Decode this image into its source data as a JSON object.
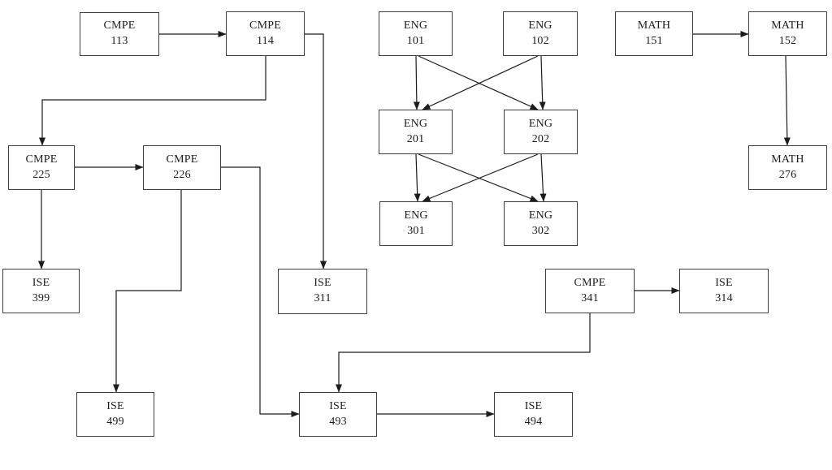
{
  "diagram": {
    "background_color": "#ffffff",
    "box_fill": "#ffffff",
    "box_border_color": "#3f3f3f",
    "line_color": "#1c1c1c",
    "text_color": "#1c1c1c",
    "nodes": [
      {
        "id": "cmpe113",
        "code": "CMPE",
        "number": "113"
      },
      {
        "id": "cmpe114",
        "code": "CMPE",
        "number": "114"
      },
      {
        "id": "eng101",
        "code": "ENG",
        "number": "101"
      },
      {
        "id": "eng102",
        "code": "ENG",
        "number": "102"
      },
      {
        "id": "math151",
        "code": "MATH",
        "number": "151"
      },
      {
        "id": "math152",
        "code": "MATH",
        "number": "152"
      },
      {
        "id": "eng201",
        "code": "ENG",
        "number": "201"
      },
      {
        "id": "eng202",
        "code": "ENG",
        "number": "202"
      },
      {
        "id": "cmpe225",
        "code": "CMPE",
        "number": "225"
      },
      {
        "id": "cmpe226",
        "code": "CMPE",
        "number": "226"
      },
      {
        "id": "math276",
        "code": "MATH",
        "number": "276"
      },
      {
        "id": "eng301",
        "code": "ENG",
        "number": "301"
      },
      {
        "id": "eng302",
        "code": "ENG",
        "number": "302"
      },
      {
        "id": "ise399",
        "code": "ISE",
        "number": "399"
      },
      {
        "id": "ise311",
        "code": "ISE",
        "number": "311"
      },
      {
        "id": "cmpe341",
        "code": "CMPE",
        "number": "341"
      },
      {
        "id": "ise314",
        "code": "ISE",
        "number": "314"
      },
      {
        "id": "ise499",
        "code": "ISE",
        "number": "499"
      },
      {
        "id": "ise493",
        "code": "ISE",
        "number": "493"
      },
      {
        "id": "ise494",
        "code": "ISE",
        "number": "494"
      }
    ],
    "edges": [
      {
        "from": "cmpe113",
        "to": "cmpe114"
      },
      {
        "from": "cmpe114",
        "to": "cmpe225"
      },
      {
        "from": "cmpe114",
        "to": "ise311"
      },
      {
        "from": "cmpe225",
        "to": "cmpe226"
      },
      {
        "from": "cmpe225",
        "to": "ise399"
      },
      {
        "from": "cmpe226",
        "to": "ise499"
      },
      {
        "from": "cmpe226",
        "to": "ise493"
      },
      {
        "from": "eng101",
        "to": "eng201"
      },
      {
        "from": "eng101",
        "to": "eng202"
      },
      {
        "from": "eng102",
        "to": "eng201"
      },
      {
        "from": "eng102",
        "to": "eng202"
      },
      {
        "from": "eng201",
        "to": "eng301"
      },
      {
        "from": "eng201",
        "to": "eng302"
      },
      {
        "from": "eng202",
        "to": "eng301"
      },
      {
        "from": "eng202",
        "to": "eng302"
      },
      {
        "from": "math151",
        "to": "math152"
      },
      {
        "from": "math152",
        "to": "math276"
      },
      {
        "from": "cmpe341",
        "to": "ise314"
      },
      {
        "from": "cmpe341",
        "to": "ise493"
      },
      {
        "from": "ise493",
        "to": "ise494"
      }
    ]
  }
}
